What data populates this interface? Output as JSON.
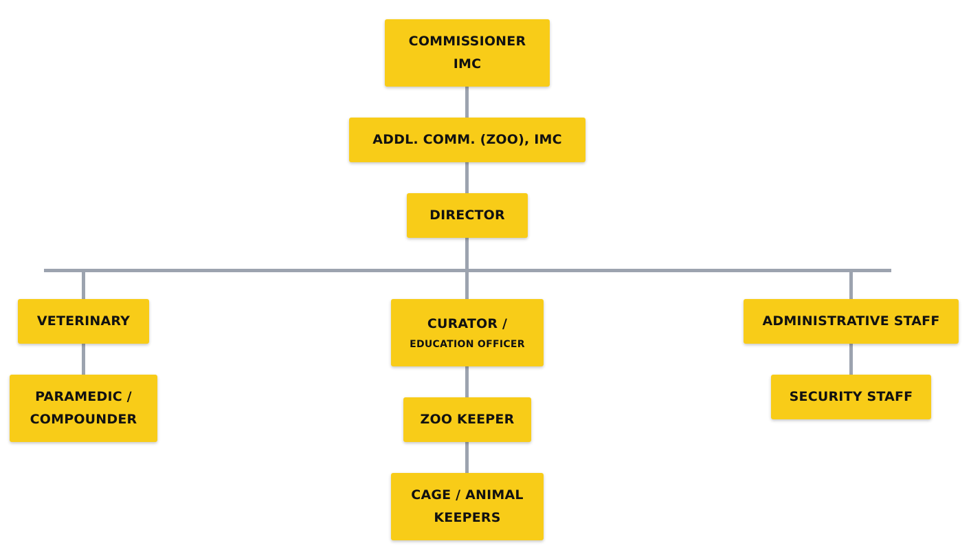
{
  "chart": {
    "commissioner": {
      "line1": "COMMISSIONER",
      "line2": "IMC"
    },
    "addl_comm": {
      "label": "ADDL. COMM. (ZOO), IMC"
    },
    "director": {
      "label": "DIRECTOR"
    },
    "veterinary": {
      "label": "VETERINARY"
    },
    "paramedic": {
      "line1": "PARAMEDIC /",
      "line2": "COMPOUNDER"
    },
    "curator": {
      "line1": "CURATOR /",
      "line2": "EDUCATION OFFICER"
    },
    "zoo_keeper": {
      "label": "ZOO KEEPER"
    },
    "cage_keepers": {
      "line1": "CAGE / ANIMAL",
      "line2": "KEEPERS"
    },
    "admin_staff": {
      "label": "ADMINISTRATIVE STAFF"
    },
    "security_staff": {
      "label": "SECURITY STAFF"
    }
  },
  "colors": {
    "node_fill": "#f8cc18",
    "connector": "#9ca3af",
    "text": "#111111"
  }
}
